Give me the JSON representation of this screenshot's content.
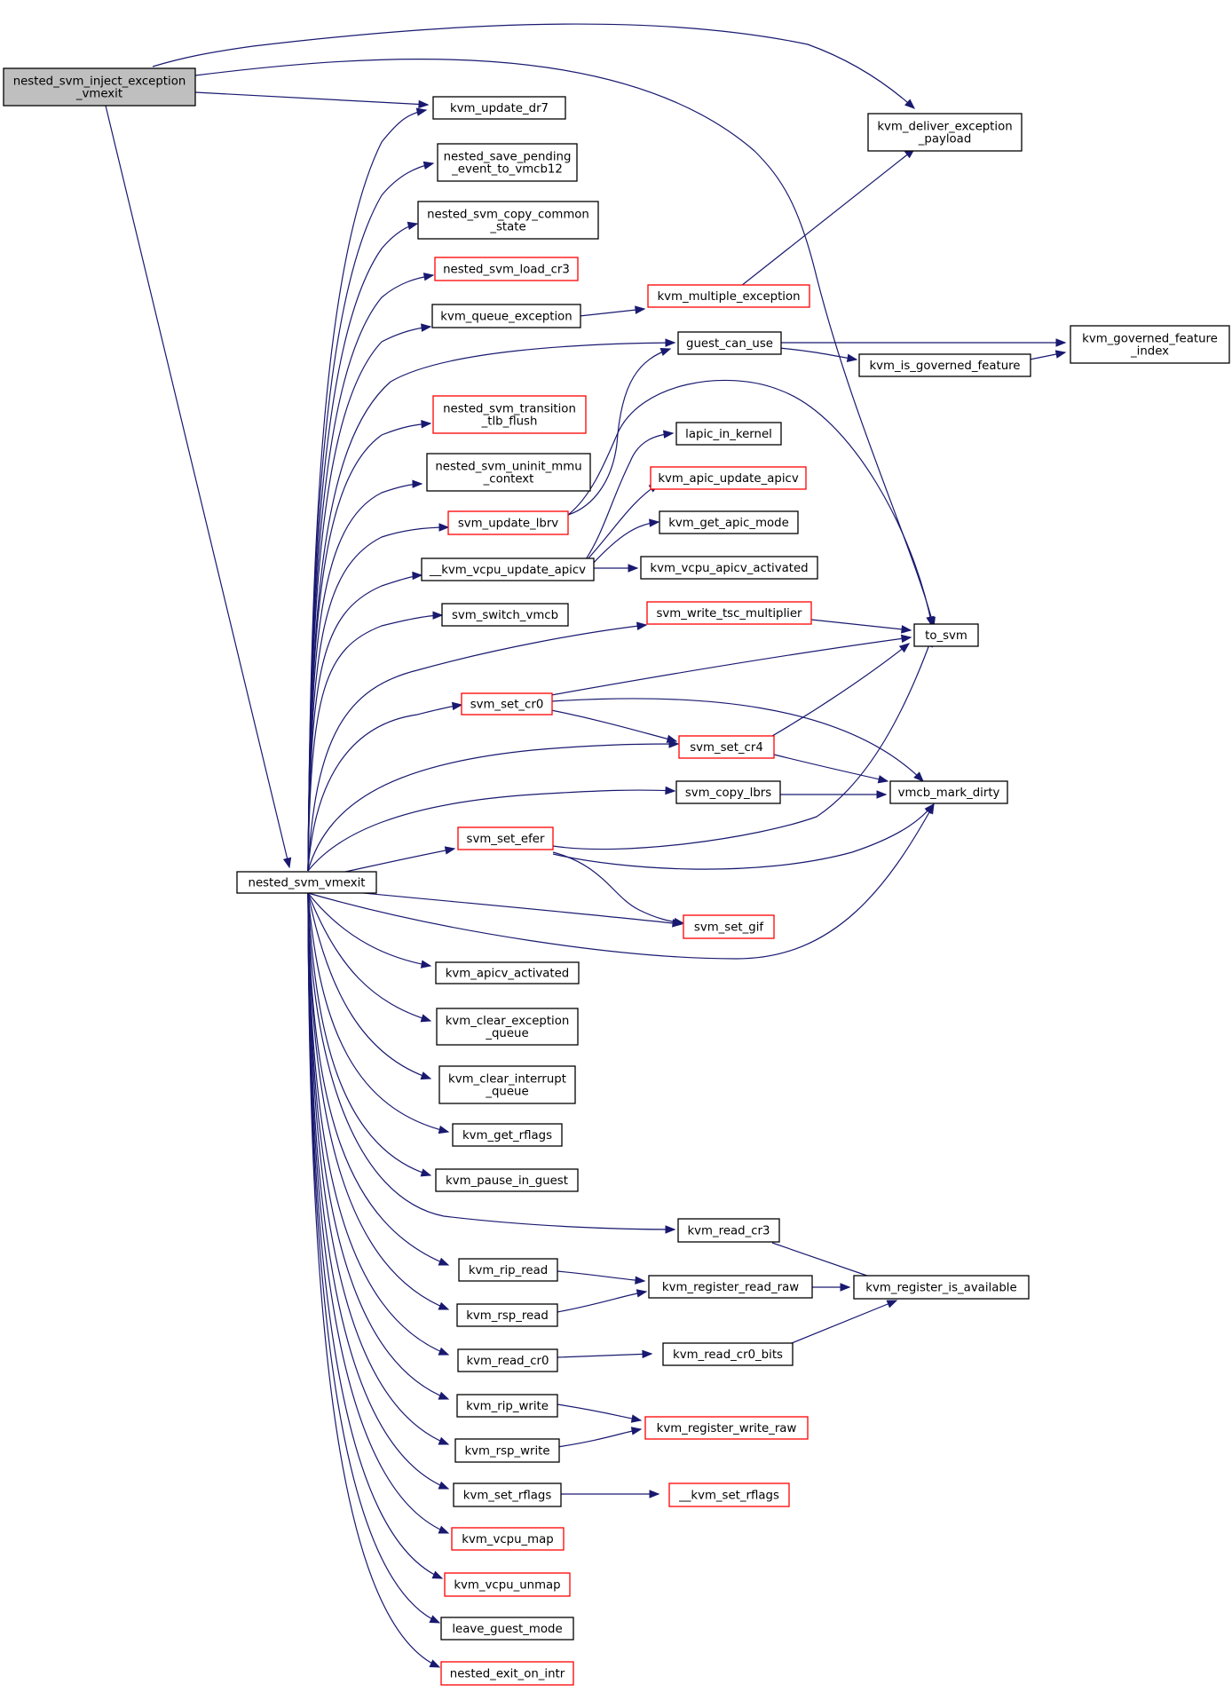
{
  "colors": {
    "edge": "#191970",
    "root_fill": "#bfbfbf",
    "box_fill": "#ffffff",
    "normal_border": "#000000",
    "red_border": "#ff0000"
  },
  "nodes": {
    "n_root": {
      "lines": [
        "nested_svm_inject_exception",
        "_vmexit"
      ],
      "style": "root"
    },
    "n_vmexit": {
      "lines": [
        "nested_svm_vmexit"
      ],
      "style": "normal"
    },
    "n_update_dr7": {
      "lines": [
        "kvm_update_dr7"
      ],
      "style": "normal"
    },
    "n_save_pending": {
      "lines": [
        "nested_save_pending",
        "_event_to_vmcb12"
      ],
      "style": "normal"
    },
    "n_copy_common": {
      "lines": [
        "nested_svm_copy_common",
        "_state"
      ],
      "style": "normal"
    },
    "n_load_cr3": {
      "lines": [
        "nested_svm_load_cr3"
      ],
      "style": "red"
    },
    "n_queue_exc": {
      "lines": [
        "kvm_queue_exception"
      ],
      "style": "normal"
    },
    "n_transition": {
      "lines": [
        "nested_svm_transition",
        "_tlb_flush"
      ],
      "style": "red"
    },
    "n_uninit_mmu": {
      "lines": [
        "nested_svm_uninit_mmu",
        "_context"
      ],
      "style": "normal"
    },
    "n_update_lbrv": {
      "lines": [
        "svm_update_lbrv"
      ],
      "style": "red"
    },
    "n_update_apicv": {
      "lines": [
        "__kvm_vcpu_update_apicv"
      ],
      "style": "normal"
    },
    "n_switch_vmcb": {
      "lines": [
        "svm_switch_vmcb"
      ],
      "style": "normal"
    },
    "n_set_cr0": {
      "lines": [
        "svm_set_cr0"
      ],
      "style": "red"
    },
    "n_set_efer": {
      "lines": [
        "svm_set_efer"
      ],
      "style": "red"
    },
    "n_apicv_activated": {
      "lines": [
        "kvm_apicv_activated"
      ],
      "style": "normal"
    },
    "n_clear_exc": {
      "lines": [
        "kvm_clear_exception",
        "_queue"
      ],
      "style": "normal"
    },
    "n_clear_int": {
      "lines": [
        "kvm_clear_interrupt",
        "_queue"
      ],
      "style": "normal"
    },
    "n_get_rflags": {
      "lines": [
        "kvm_get_rflags"
      ],
      "style": "normal"
    },
    "n_pause": {
      "lines": [
        "kvm_pause_in_guest"
      ],
      "style": "normal"
    },
    "n_rip_read": {
      "lines": [
        "kvm_rip_read"
      ],
      "style": "normal"
    },
    "n_rsp_read": {
      "lines": [
        "kvm_rsp_read"
      ],
      "style": "normal"
    },
    "n_read_cr0": {
      "lines": [
        "kvm_read_cr0"
      ],
      "style": "normal"
    },
    "n_rip_write": {
      "lines": [
        "kvm_rip_write"
      ],
      "style": "normal"
    },
    "n_rsp_write": {
      "lines": [
        "kvm_rsp_write"
      ],
      "style": "normal"
    },
    "n_set_rflags": {
      "lines": [
        "kvm_set_rflags"
      ],
      "style": "normal"
    },
    "n_vcpu_map": {
      "lines": [
        "kvm_vcpu_map"
      ],
      "style": "red"
    },
    "n_vcpu_unmap": {
      "lines": [
        "kvm_vcpu_unmap"
      ],
      "style": "red"
    },
    "n_leave_guest": {
      "lines": [
        "leave_guest_mode"
      ],
      "style": "normal"
    },
    "n_exit_on_intr": {
      "lines": [
        "nested_exit_on_intr"
      ],
      "style": "red"
    },
    "n_multiple_exc": {
      "lines": [
        "kvm_multiple_exception"
      ],
      "style": "red"
    },
    "n_guest_can_use": {
      "lines": [
        "guest_can_use"
      ],
      "style": "normal"
    },
    "n_lapic_in_kernel": {
      "lines": [
        "lapic_in_kernel"
      ],
      "style": "normal"
    },
    "n_apic_update_apicv": {
      "lines": [
        "kvm_apic_update_apicv"
      ],
      "style": "red"
    },
    "n_get_apic_mode": {
      "lines": [
        "kvm_get_apic_mode"
      ],
      "style": "normal"
    },
    "n_vcpu_apicv_act": {
      "lines": [
        "kvm_vcpu_apicv_activated"
      ],
      "style": "normal"
    },
    "n_write_tsc": {
      "lines": [
        "svm_write_tsc_multiplier"
      ],
      "style": "red"
    },
    "n_set_cr4": {
      "lines": [
        "svm_set_cr4"
      ],
      "style": "red"
    },
    "n_copy_lbrs": {
      "lines": [
        "svm_copy_lbrs"
      ],
      "style": "normal"
    },
    "n_set_gif": {
      "lines": [
        "svm_set_gif"
      ],
      "style": "red"
    },
    "n_read_cr3": {
      "lines": [
        "kvm_read_cr3"
      ],
      "style": "normal"
    },
    "n_reg_read_raw": {
      "lines": [
        "kvm_register_read_raw"
      ],
      "style": "normal"
    },
    "n_read_cr0_bits": {
      "lines": [
        "kvm_read_cr0_bits"
      ],
      "style": "normal"
    },
    "n_reg_write_raw": {
      "lines": [
        "kvm_register_write_raw"
      ],
      "style": "red"
    },
    "n_set_rflags2": {
      "lines": [
        "__kvm_set_rflags"
      ],
      "style": "red"
    },
    "n_deliver_exc": {
      "lines": [
        "kvm_deliver_exception",
        "_payload"
      ],
      "style": "normal"
    },
    "n_is_gov": {
      "lines": [
        "kvm_is_governed_feature"
      ],
      "style": "normal"
    },
    "n_gov_index": {
      "lines": [
        "kvm_governed_feature",
        "_index"
      ],
      "style": "normal"
    },
    "n_to_svm": {
      "lines": [
        "to_svm"
      ],
      "style": "normal"
    },
    "n_mark_dirty": {
      "lines": [
        "vmcb_mark_dirty"
      ],
      "style": "normal"
    },
    "n_reg_avail": {
      "lines": [
        "kvm_register_is_available"
      ],
      "style": "normal"
    }
  }
}
